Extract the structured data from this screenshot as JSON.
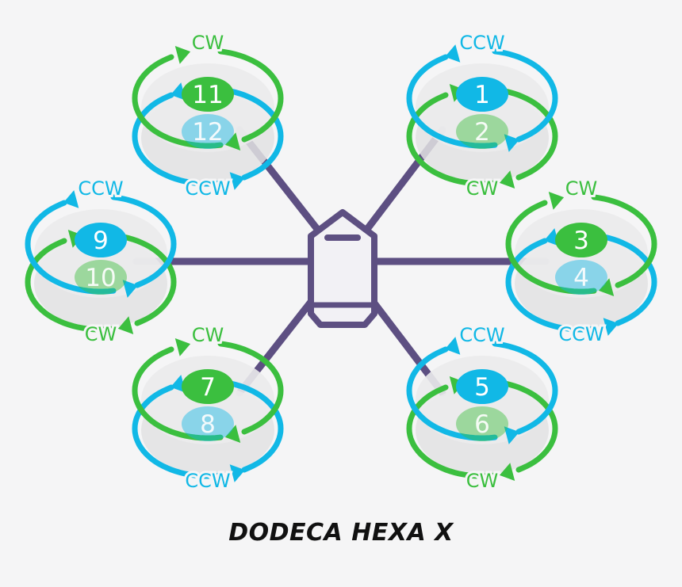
{
  "title": "DODECA HEXA X",
  "colors": {
    "cw": "#3bbf3f",
    "ccw": "#11b8e6",
    "frame": "#5d4f82",
    "body_fill": "#f2f1f5",
    "disc": "#e2e2e3",
    "background": "#f5f5f6"
  },
  "motors": [
    {
      "arm": "top-right",
      "top_number": "1",
      "top_dir": "CCW",
      "bottom_number": "2",
      "bottom_dir": "CW"
    },
    {
      "arm": "right",
      "top_number": "3",
      "top_dir": "CW",
      "bottom_number": "4",
      "bottom_dir": "CCW"
    },
    {
      "arm": "bottom-right",
      "top_number": "5",
      "top_dir": "CCW",
      "bottom_number": "6",
      "bottom_dir": "CW"
    },
    {
      "arm": "bottom-left",
      "top_number": "7",
      "top_dir": "CW",
      "bottom_number": "8",
      "bottom_dir": "CCW"
    },
    {
      "arm": "left",
      "top_number": "9",
      "top_dir": "CCW",
      "bottom_number": "10",
      "bottom_dir": "CW"
    },
    {
      "arm": "top-left",
      "top_number": "11",
      "top_dir": "CW",
      "bottom_number": "12",
      "bottom_dir": "CCW"
    }
  ]
}
